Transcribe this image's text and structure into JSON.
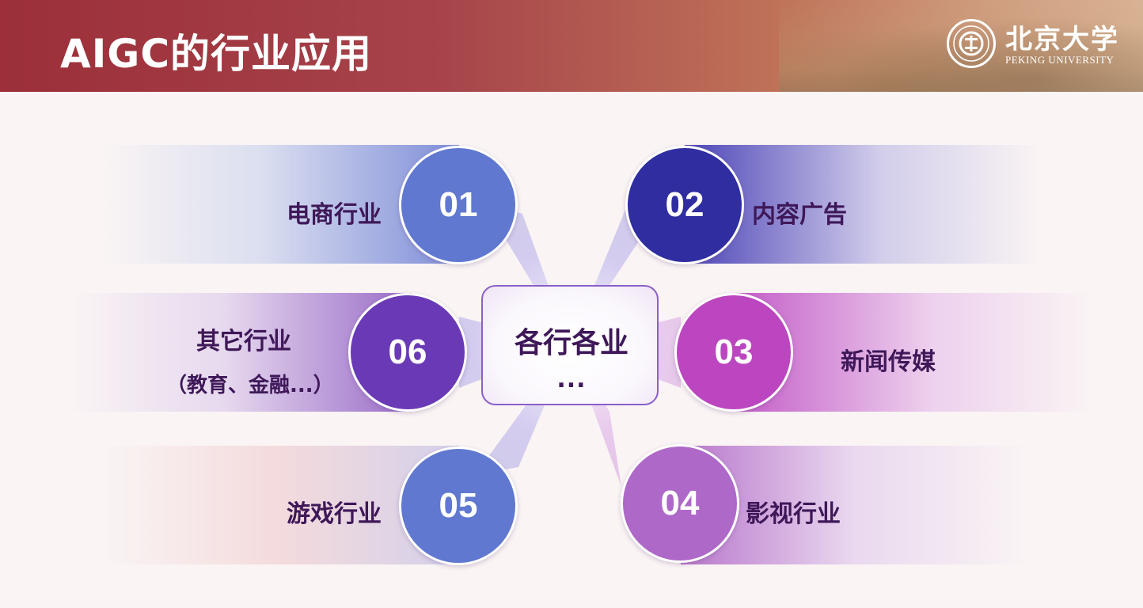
{
  "header": {
    "title": "AIGC的行业应用",
    "logo": {
      "name_cn": "北京大学",
      "name_en": "PEKING UNIVERSITY",
      "icon": "pku-emblem-icon"
    }
  },
  "center": {
    "title": "各行各业",
    "ellipsis": "..."
  },
  "items": [
    {
      "number": "01",
      "label": "电商行业",
      "color": "#6078d0"
    },
    {
      "number": "02",
      "label": "内容广告",
      "color": "#2f2da0"
    },
    {
      "number": "03",
      "label": "新闻传媒",
      "color": "#bb46bf"
    },
    {
      "number": "04",
      "label": "影视行业",
      "color": "#ae68c8"
    },
    {
      "number": "05",
      "label": "游戏行业",
      "color": "#6078d0"
    },
    {
      "number": "06",
      "label": "其它行业",
      "sublabel": "（教育、金融...）",
      "color": "#6a3ab6"
    }
  ],
  "colors": {
    "header_start": "#9c2f39",
    "label_text": "#3e1858",
    "background": "#faf4f4"
  }
}
